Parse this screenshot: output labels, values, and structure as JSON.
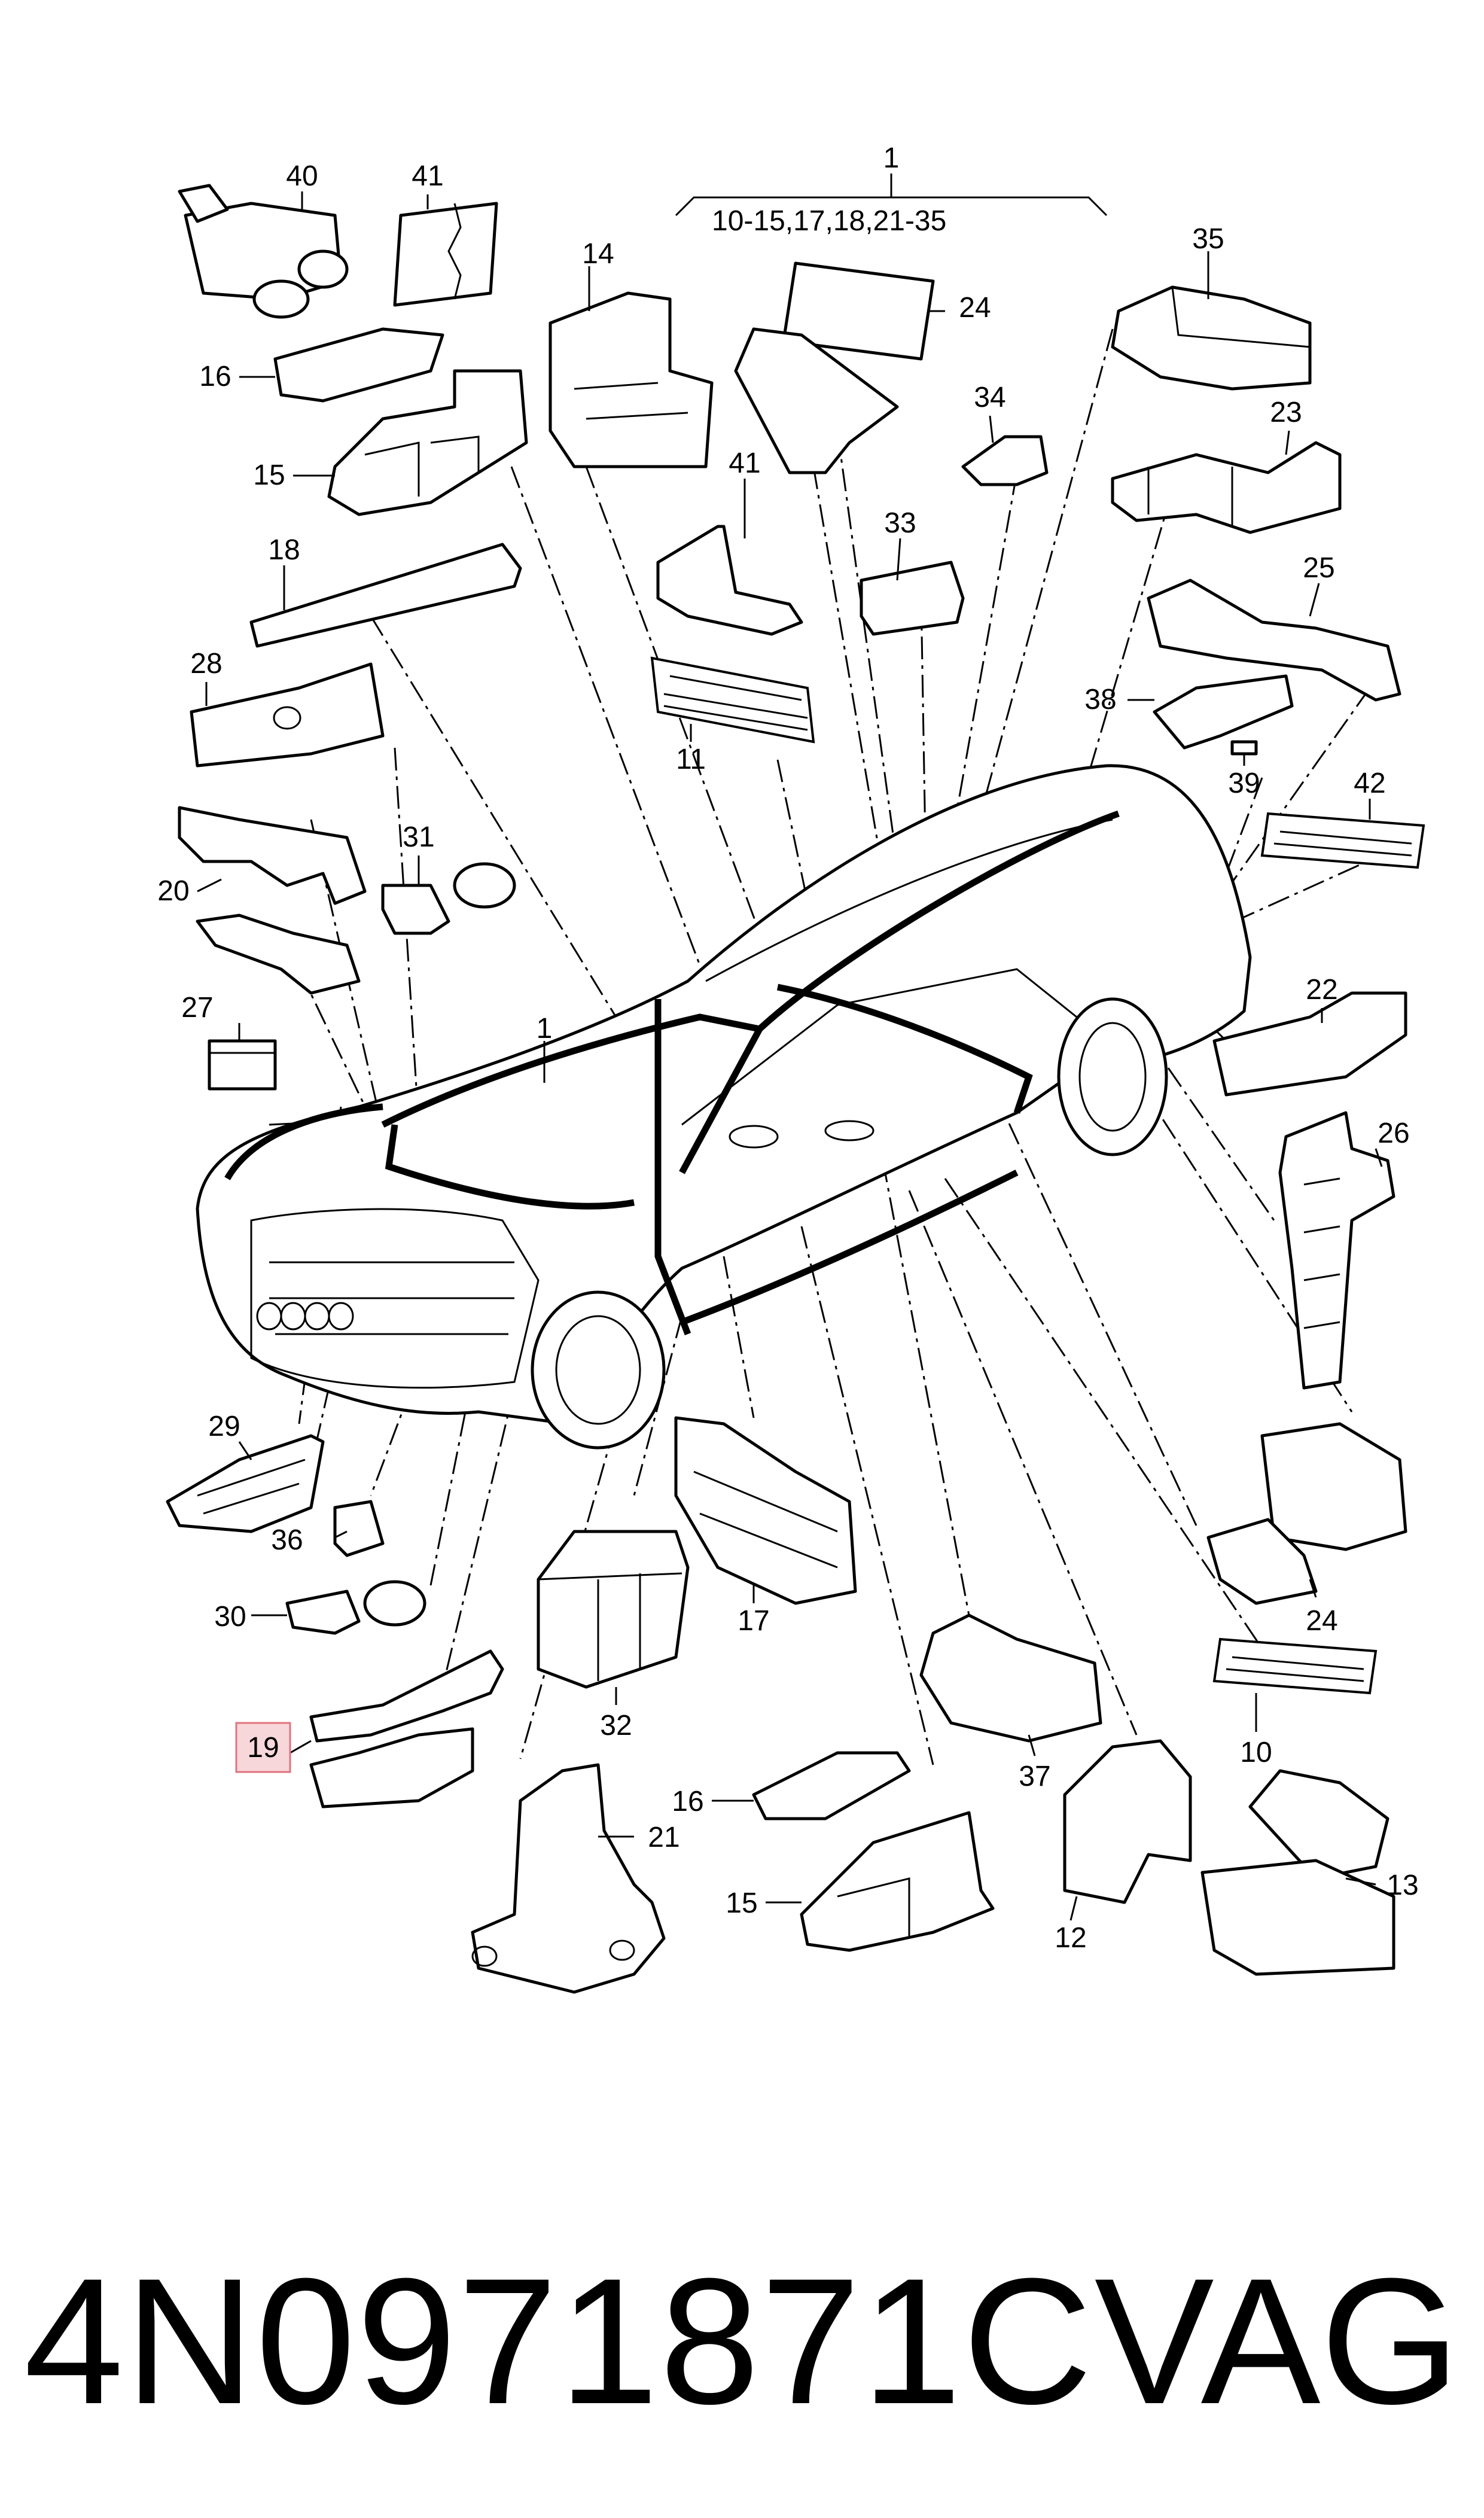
{
  "diagram": {
    "group_label": "1",
    "group_range": "10-15,17,18,21-35",
    "highlighted": "19",
    "callouts": {
      "c40": "40",
      "c41a": "41",
      "c14": "14",
      "c24a": "24",
      "c35": "35",
      "c16a": "16",
      "c15a": "15",
      "c34": "34",
      "c23": "23",
      "c41b": "41",
      "c33": "33",
      "c18": "18",
      "c25": "25",
      "c28": "28",
      "c11": "11",
      "c38": "38",
      "c39": "39",
      "c42": "42",
      "c20": "20",
      "c31": "31",
      "c27": "27",
      "c1": "1",
      "c22": "22",
      "c26": "26",
      "c29": "29",
      "c36": "36",
      "c17": "17",
      "c24b": "24",
      "c30": "30",
      "c32": "32",
      "c37": "37",
      "c10": "10",
      "c16b": "16",
      "c21": "21",
      "c15b": "15",
      "c12": "12",
      "c13": "13",
      "c19": "19"
    }
  },
  "footer": {
    "part_number": "4N0971871C",
    "brand": "VAG"
  },
  "colors": {
    "line": "#000000",
    "highlight_fill": "#f8d7da",
    "highlight_border": "#e0737f"
  }
}
